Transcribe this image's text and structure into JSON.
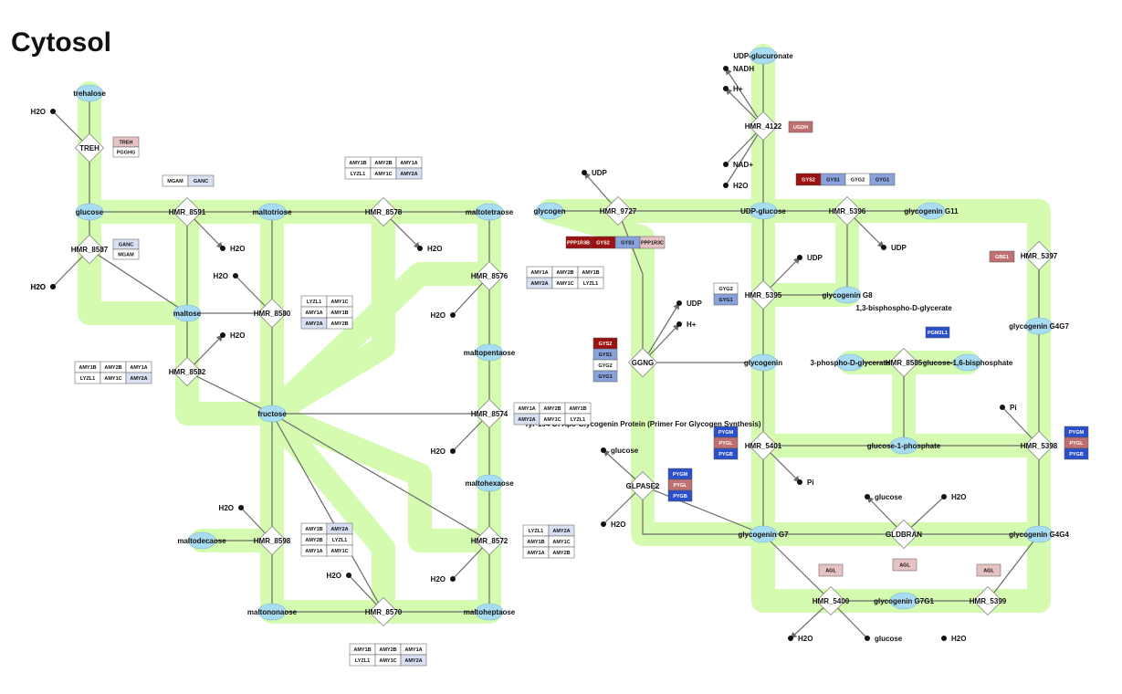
{
  "diagram": {
    "title": "Cytosol",
    "colors": {
      "pathway": "#d4fbb0",
      "metabolite": "#a8dcf2",
      "reaction": "#ffffff",
      "edge": "#6a6a6a",
      "gene_none": "#ffffff",
      "gene_light_blue": "#d8e0f2",
      "gene_mid_blue": "#8aa2dc",
      "gene_dark_blue": "#2b50c8",
      "gene_light_red": "#e6c2c2",
      "gene_mid_red": "#c07070",
      "gene_dark_red": "#9a1212"
    },
    "metabolites": [
      {
        "id": "m_trehalose",
        "label": "trehalose"
      },
      {
        "id": "m_glucose",
        "label": "glucose"
      },
      {
        "id": "m_maltotriose",
        "label": "maltotriose"
      },
      {
        "id": "m_maltotetraose",
        "label": "maltotetraose"
      },
      {
        "id": "m_maltose",
        "label": "maltose"
      },
      {
        "id": "m_maltopentaose",
        "label": "maltopentaose"
      },
      {
        "id": "m_fructose",
        "label": "fructose"
      },
      {
        "id": "m_maltohexaose",
        "label": "maltohexaose"
      },
      {
        "id": "m_maltodecaose",
        "label": "maltodecaose"
      },
      {
        "id": "m_maltononaose",
        "label": "maltononaose"
      },
      {
        "id": "m_maltoheptaose",
        "label": "maltoheptaose"
      },
      {
        "id": "m_udpglucuronate",
        "label": "UDP-glucuronate"
      },
      {
        "id": "m_glycogen",
        "label": "glycogen"
      },
      {
        "id": "m_udpglucose",
        "label": "UDP-glucose"
      },
      {
        "id": "m_glycogeninG11",
        "label": "glycogenin G11"
      },
      {
        "id": "m_glycogeninG8",
        "label": "glycogenin G8"
      },
      {
        "id": "m_glycogeninG4G7",
        "label": "glycogenin G4G7"
      },
      {
        "id": "m_glycogenin",
        "label": "glycogenin"
      },
      {
        "id": "m_3pdg",
        "label": "3-phospho-D-glycerate"
      },
      {
        "id": "m_g16bp",
        "label": "glucose-1,6-bisphosphate"
      },
      {
        "id": "m_g1p",
        "label": "glucose-1-phosphate"
      },
      {
        "id": "m_glycogeninG7",
        "label": "glycogenin G7"
      },
      {
        "id": "m_glycogeninG4G4",
        "label": "glycogenin G4G4"
      },
      {
        "id": "m_glycogeninG7G1",
        "label": "glycogenin G7G1"
      }
    ],
    "text_labels": [
      {
        "id": "t_13bpg",
        "label": "1,3-bisphospho-D-glycerate"
      },
      {
        "id": "t_tyr194",
        "label": "Tyr-194 Of Apo-Glycogenin Protein (Primer For Glycogen Synthesis)"
      }
    ],
    "reactions": [
      {
        "id": "r_treh",
        "label": "TREH"
      },
      {
        "id": "r_8591",
        "label": "HMR_8591"
      },
      {
        "id": "r_8578",
        "label": "HMR_8578"
      },
      {
        "id": "r_8587",
        "label": "HMR_8587"
      },
      {
        "id": "r_8576",
        "label": "HMR_8576"
      },
      {
        "id": "r_8580",
        "label": "HMR_8580"
      },
      {
        "id": "r_8582",
        "label": "HMR_8582"
      },
      {
        "id": "r_8574",
        "label": "HMR_8574"
      },
      {
        "id": "r_8598",
        "label": "HMR_8598"
      },
      {
        "id": "r_8572",
        "label": "HMR_8572"
      },
      {
        "id": "r_8570",
        "label": "HMR_8570"
      },
      {
        "id": "r_4122",
        "label": "HMR_4122"
      },
      {
        "id": "r_9727",
        "label": "HMR_9727"
      },
      {
        "id": "r_5396",
        "label": "HMR_5396"
      },
      {
        "id": "r_5397",
        "label": "HMR_5397"
      },
      {
        "id": "r_5395",
        "label": "HMR_5395"
      },
      {
        "id": "r_ggng",
        "label": "GGNG"
      },
      {
        "id": "r_8585",
        "label": "HMR_8585"
      },
      {
        "id": "r_5401",
        "label": "HMR_5401"
      },
      {
        "id": "r_5398",
        "label": "HMR_5398"
      },
      {
        "id": "r_glpase2",
        "label": "GLPASE2"
      },
      {
        "id": "r_gldbran",
        "label": "GLDBRAN"
      },
      {
        "id": "r_5400",
        "label": "HMR_5400"
      },
      {
        "id": "r_5399",
        "label": "HMR_5399"
      }
    ],
    "side_compounds": [
      {
        "id": "s1",
        "label": "H2O"
      },
      {
        "id": "s2",
        "label": "H2O"
      },
      {
        "id": "s3",
        "label": "H2O"
      },
      {
        "id": "s4",
        "label": "H2O"
      },
      {
        "id": "s5",
        "label": "H2O"
      },
      {
        "id": "s6",
        "label": "H2O"
      },
      {
        "id": "s7",
        "label": "H2O"
      },
      {
        "id": "s8",
        "label": "H2O"
      },
      {
        "id": "s9",
        "label": "H2O"
      },
      {
        "id": "s10",
        "label": "H2O"
      },
      {
        "id": "s11",
        "label": "H2O"
      },
      {
        "id": "s12",
        "label": "H2O"
      },
      {
        "id": "s13",
        "label": "H2O"
      },
      {
        "id": "s14",
        "label": "NADH"
      },
      {
        "id": "s15",
        "label": "H+"
      },
      {
        "id": "s16",
        "label": "NAD+"
      },
      {
        "id": "s17",
        "label": "H2O"
      },
      {
        "id": "s18",
        "label": "UDP"
      },
      {
        "id": "s19",
        "label": "UDP"
      },
      {
        "id": "s20",
        "label": "UDP"
      },
      {
        "id": "s21",
        "label": "UDP"
      },
      {
        "id": "s22",
        "label": "H+"
      },
      {
        "id": "s23",
        "label": "Pi"
      },
      {
        "id": "s24",
        "label": "Pi"
      },
      {
        "id": "s25",
        "label": "glucose"
      },
      {
        "id": "s26",
        "label": "H2O"
      },
      {
        "id": "s27",
        "label": "glucose"
      },
      {
        "id": "s28",
        "label": "H2O"
      },
      {
        "id": "s29",
        "label": "glucose"
      },
      {
        "id": "s30",
        "label": "H2O"
      }
    ],
    "gene_groups": [
      {
        "id": "g_treh",
        "rows": [
          [
            {
              "name": "TREH",
              "color": "gene_light_red"
            }
          ],
          [
            {
              "name": "PGGHG",
              "color": "gene_none"
            }
          ]
        ]
      },
      {
        "id": "g_8591",
        "rows": [
          [
            {
              "name": "MGAM",
              "color": "gene_none"
            },
            {
              "name": "GANC",
              "color": "gene_light_blue"
            }
          ]
        ]
      },
      {
        "id": "g_8578",
        "rows": [
          [
            {
              "name": "AMY1B",
              "color": "gene_none"
            },
            {
              "name": "AMY2B",
              "color": "gene_none"
            },
            {
              "name": "AMY1A",
              "color": "gene_none"
            }
          ],
          [
            {
              "name": "LYZL1",
              "color": "gene_none"
            },
            {
              "name": "AMY1C",
              "color": "gene_none"
            },
            {
              "name": "AMY2A",
              "color": "gene_light_blue"
            }
          ]
        ]
      },
      {
        "id": "g_8587",
        "rows": [
          [
            {
              "name": "GANC",
              "color": "gene_light_blue"
            }
          ],
          [
            {
              "name": "MGAM",
              "color": "gene_none"
            }
          ]
        ]
      },
      {
        "id": "g_8576",
        "rows": [
          [
            {
              "name": "AMY1A",
              "color": "gene_none"
            },
            {
              "name": "AMY2B",
              "color": "gene_none"
            },
            {
              "name": "AMY1B",
              "color": "gene_none"
            }
          ],
          [
            {
              "name": "AMY2A",
              "color": "gene_light_blue"
            },
            {
              "name": "AMY1C",
              "color": "gene_none"
            },
            {
              "name": "LYZL1",
              "color": "gene_none"
            }
          ]
        ]
      },
      {
        "id": "g_8580",
        "rows": [
          [
            {
              "name": "LYZL1",
              "color": "gene_none"
            },
            {
              "name": "AMY1C",
              "color": "gene_none"
            }
          ],
          [
            {
              "name": "AMY1A",
              "color": "gene_none"
            },
            {
              "name": "AMY1B",
              "color": "gene_none"
            }
          ],
          [
            {
              "name": "AMY2A",
              "color": "gene_light_blue"
            },
            {
              "name": "AMY2B",
              "color": "gene_none"
            }
          ]
        ]
      },
      {
        "id": "g_8582",
        "rows": [
          [
            {
              "name": "AMY1B",
              "color": "gene_none"
            },
            {
              "name": "AMY2B",
              "color": "gene_none"
            },
            {
              "name": "AMY1A",
              "color": "gene_none"
            }
          ],
          [
            {
              "name": "LYZL1",
              "color": "gene_none"
            },
            {
              "name": "AMY1C",
              "color": "gene_none"
            },
            {
              "name": "AMY2A",
              "color": "gene_light_blue"
            }
          ]
        ]
      },
      {
        "id": "g_8574",
        "rows": [
          [
            {
              "name": "AMY1A",
              "color": "gene_none"
            },
            {
              "name": "AMY2B",
              "color": "gene_none"
            },
            {
              "name": "AMY1B",
              "color": "gene_none"
            }
          ],
          [
            {
              "name": "AMY2A",
              "color": "gene_light_blue"
            },
            {
              "name": "AMY1C",
              "color": "gene_none"
            },
            {
              "name": "LYZL1",
              "color": "gene_none"
            }
          ]
        ]
      },
      {
        "id": "g_8598",
        "rows": [
          [
            {
              "name": "AMY1B",
              "color": "gene_none"
            },
            {
              "name": "AMY2A",
              "color": "gene_light_blue"
            }
          ],
          [
            {
              "name": "AMY2B",
              "color": "gene_none"
            },
            {
              "name": "LYZL1",
              "color": "gene_none"
            }
          ],
          [
            {
              "name": "AMY1A",
              "color": "gene_none"
            },
            {
              "name": "AMY1C",
              "color": "gene_none"
            }
          ]
        ]
      },
      {
        "id": "g_8572",
        "rows": [
          [
            {
              "name": "LYZL1",
              "color": "gene_none"
            },
            {
              "name": "AMY2A",
              "color": "gene_light_blue"
            }
          ],
          [
            {
              "name": "AMY1B",
              "color": "gene_none"
            },
            {
              "name": "AMY1C",
              "color": "gene_none"
            }
          ],
          [
            {
              "name": "AMY1A",
              "color": "gene_none"
            },
            {
              "name": "AMY2B",
              "color": "gene_none"
            }
          ]
        ]
      },
      {
        "id": "g_8570",
        "rows": [
          [
            {
              "name": "AMY1B",
              "color": "gene_none"
            },
            {
              "name": "AMY2B",
              "color": "gene_none"
            },
            {
              "name": "AMY1A",
              "color": "gene_none"
            }
          ],
          [
            {
              "name": "LYZL1",
              "color": "gene_none"
            },
            {
              "name": "AMY1C",
              "color": "gene_none"
            },
            {
              "name": "AMY2A",
              "color": "gene_light_blue"
            }
          ]
        ]
      },
      {
        "id": "g_4122",
        "rows": [
          [
            {
              "name": "UGDH",
              "color": "gene_mid_red"
            }
          ]
        ]
      },
      {
        "id": "g_5396",
        "rows": [
          [
            {
              "name": "GYS2",
              "color": "gene_dark_red"
            },
            {
              "name": "GYS1",
              "color": "gene_mid_blue"
            },
            {
              "name": "GYG2",
              "color": "gene_none"
            },
            {
              "name": "GYG1",
              "color": "gene_mid_blue"
            }
          ]
        ]
      },
      {
        "id": "g_9727",
        "rows": [
          [
            {
              "name": "PPP1R3B",
              "color": "gene_dark_red"
            },
            {
              "name": "GYS2",
              "color": "gene_dark_red"
            },
            {
              "name": "GYS1",
              "color": "gene_mid_blue"
            },
            {
              "name": "PPP1R3C",
              "color": "gene_light_red"
            }
          ]
        ]
      },
      {
        "id": "g_5397",
        "rows": [
          [
            {
              "name": "GBE1",
              "color": "gene_mid_red"
            }
          ]
        ]
      },
      {
        "id": "g_5395",
        "rows": [
          [
            {
              "name": "GYG2",
              "color": "gene_none"
            }
          ],
          [
            {
              "name": "GYG1",
              "color": "gene_mid_blue"
            }
          ]
        ]
      },
      {
        "id": "g_8585",
        "rows": [
          [
            {
              "name": "PGM2L1",
              "color": "gene_dark_blue"
            }
          ]
        ]
      },
      {
        "id": "g_ggng",
        "rows": [
          [
            {
              "name": "GYS2",
              "color": "gene_dark_red"
            }
          ],
          [
            {
              "name": "GYS1",
              "color": "gene_mid_blue"
            }
          ],
          [
            {
              "name": "GYG2",
              "color": "gene_none"
            }
          ],
          [
            {
              "name": "GYG1",
              "color": "gene_mid_blue"
            }
          ]
        ]
      },
      {
        "id": "g_5401",
        "rows": [
          [
            {
              "name": "PYGM",
              "color": "gene_dark_blue"
            }
          ],
          [
            {
              "name": "PYGL",
              "color": "gene_mid_red"
            }
          ],
          [
            {
              "name": "PYGB",
              "color": "gene_dark_blue"
            }
          ]
        ]
      },
      {
        "id": "g_5398",
        "rows": [
          [
            {
              "name": "PYGM",
              "color": "gene_dark_blue"
            }
          ],
          [
            {
              "name": "PYGL",
              "color": "gene_mid_red"
            }
          ],
          [
            {
              "name": "PYGB",
              "color": "gene_dark_blue"
            }
          ]
        ]
      },
      {
        "id": "g_glpase2",
        "rows": [
          [
            {
              "name": "PYGM",
              "color": "gene_dark_blue"
            }
          ],
          [
            {
              "name": "PYGL",
              "color": "gene_mid_red"
            }
          ],
          [
            {
              "name": "PYGB",
              "color": "gene_dark_blue"
            }
          ]
        ]
      },
      {
        "id": "g_gldbran",
        "rows": [
          [
            {
              "name": "AGL",
              "color": "gene_light_red"
            }
          ]
        ]
      },
      {
        "id": "g_5400",
        "rows": [
          [
            {
              "name": "AGL",
              "color": "gene_light_red"
            }
          ]
        ]
      },
      {
        "id": "g_5399",
        "rows": [
          [
            {
              "name": "AGL",
              "color": "gene_light_red"
            }
          ]
        ]
      }
    ]
  }
}
